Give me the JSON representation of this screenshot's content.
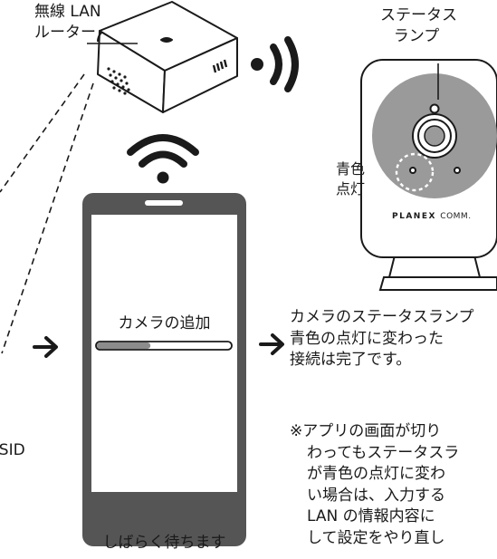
{
  "router": {
    "label_line1": "無線 LAN",
    "label_line2": "ルーター"
  },
  "status_lamp": {
    "label_line1": "ステータス",
    "label_line2": "ランプ"
  },
  "lamp_state": {
    "label_line1": "青色",
    "label_line2": "点灯"
  },
  "camera": {
    "brand": "Planex",
    "brand_suffix": "COMM."
  },
  "left_partial_label": "SSID",
  "phone": {
    "screen_title": "カメラの追加",
    "progress": 0.4
  },
  "phone_caption": "しばらく待ちます",
  "result": {
    "lines": [
      "カメラのステータスランプ",
      "青色の点灯に変わった",
      "接続は完了です。"
    ]
  },
  "note": {
    "lines": [
      "※アプリの画面が切り",
      "わってもステータスラ",
      "が青色の点灯に変わ",
      "い場合は、入力する",
      "LAN の情報内容に",
      "して設定をやり直し"
    ]
  },
  "colors": {
    "ink": "#1a1a1a",
    "lens_gray": "#9a9a9a",
    "screen_gray": "#555555"
  }
}
